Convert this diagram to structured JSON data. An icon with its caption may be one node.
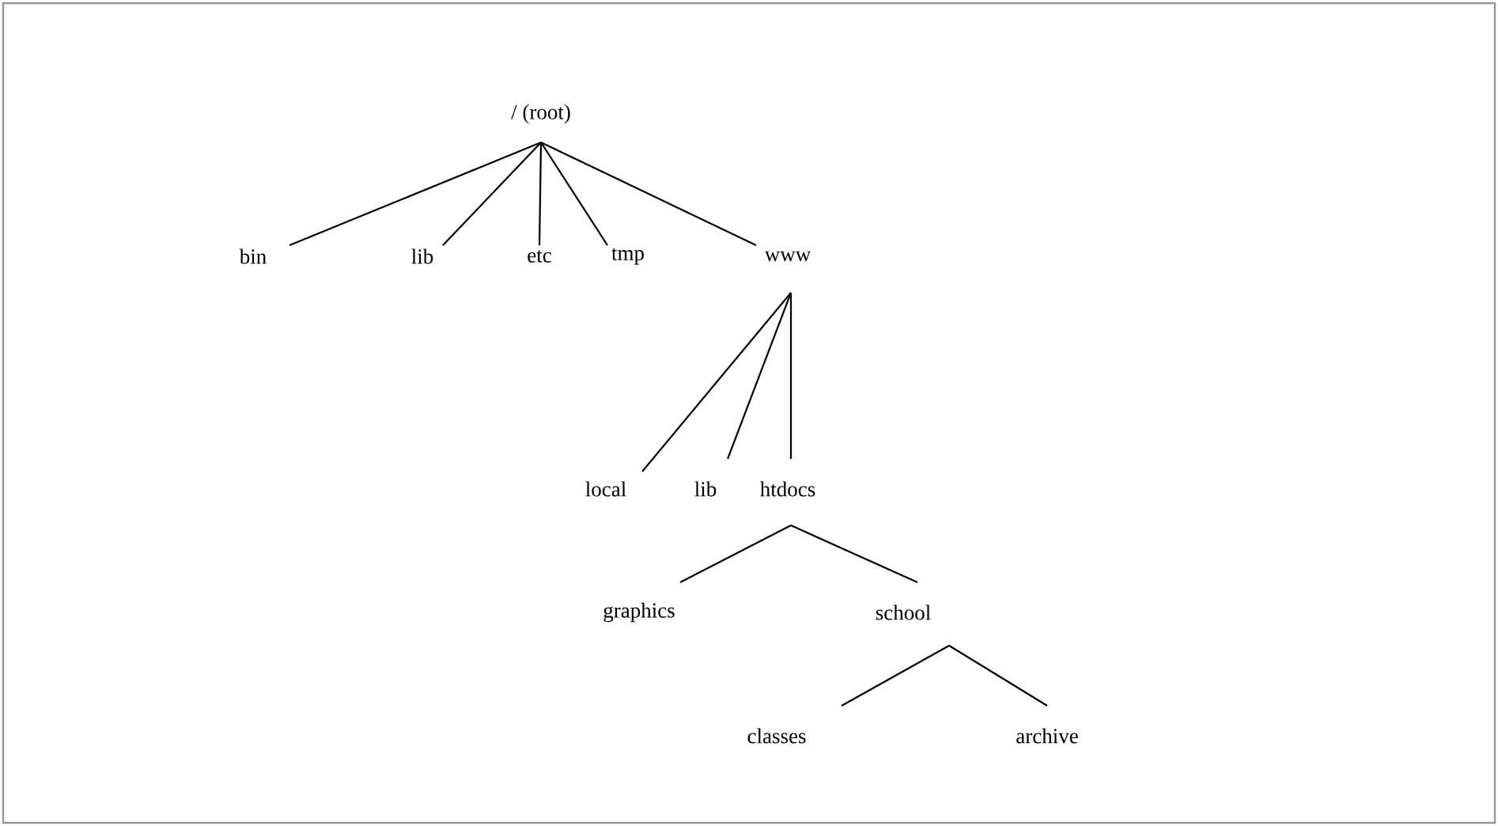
{
  "diagram": {
    "nodes": [
      {
        "text": [
          "/ (root)"
        ]
      },
      {
        "text": [
          "bin"
        ]
      },
      {
        "text": [
          "lib"
        ]
      },
      {
        "text": [
          "etc"
        ]
      },
      {
        "text": [
          "tmp"
        ]
      },
      {
        "text": [
          "www"
        ]
      },
      {
        "text": [
          "local"
        ]
      },
      {
        "text": [
          "lib"
        ]
      },
      {
        "text": [
          "htdocs"
        ]
      },
      {
        "text": [
          "graphics"
        ]
      },
      {
        "text": [
          "school"
        ]
      },
      {
        "text": [
          "classes"
        ]
      },
      {
        "text": [
          "archive"
        ]
      }
    ],
    "edges": [
      {
        "from": 0,
        "to": 1,
        "arrow": "none"
      },
      {
        "from": 0,
        "to": 2,
        "arrow": "none"
      },
      {
        "from": 0,
        "to": 3,
        "arrow": "none"
      },
      {
        "from": 0,
        "to": 4,
        "arrow": "none"
      },
      {
        "from": 0,
        "to": 5,
        "arrow": "none"
      },
      {
        "from": 5,
        "to": 6,
        "arrow": "none"
      },
      {
        "from": 5,
        "to": 7,
        "arrow": "none"
      },
      {
        "from": 5,
        "to": 8,
        "arrow": "none"
      },
      {
        "from": 8,
        "to": 9,
        "arrow": "none"
      },
      {
        "from": 8,
        "to": 10,
        "arrow": "none"
      },
      {
        "from": 10,
        "to": 11,
        "arrow": "none"
      },
      {
        "from": 10,
        "to": 12,
        "arrow": "none"
      }
    ]
  }
}
